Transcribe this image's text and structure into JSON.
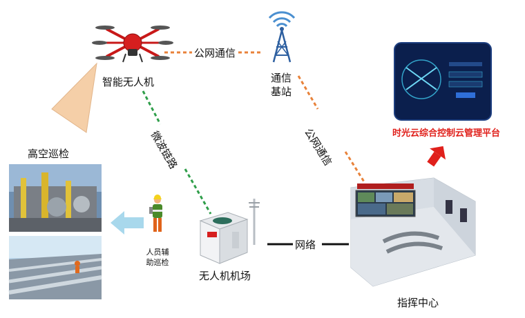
{
  "nodes": {
    "drone": "智能无人机",
    "tower_line1": "通信",
    "tower_line2": "基站",
    "inspection": "高空巡检",
    "helper_line1": "人员辅",
    "helper_line2": "助巡检",
    "airport": "无人机机场",
    "command": "指挥中心",
    "platform": "时光云综合控制云管理平台"
  },
  "links": {
    "drone_tower": "公网通信",
    "tower_command": "公网通信",
    "drone_airport": "微波链路",
    "airport_command": "网络"
  },
  "colors": {
    "public_network_line": "#e8823a",
    "microwave_line": "#2f9e4a",
    "network_line": "#111111",
    "arrow_red": "#e0201b",
    "arrow_blue": "#a8d8ec",
    "cone": "#f5cfa8"
  },
  "icons": {
    "drone": "drone-icon",
    "tower": "signal-tower-icon",
    "airport": "drone-airport-icon",
    "worker": "worker-icon",
    "command": "command-center-room",
    "platform": "platform-screen"
  }
}
